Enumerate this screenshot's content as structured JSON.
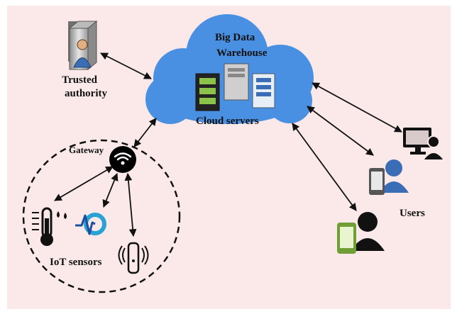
{
  "diagram": {
    "labels": {
      "cloud_title": "Big Data\nWarehouse",
      "cloud_servers": "Cloud servers",
      "trusted_authority": "Trusted\nauthority",
      "gateway": "Gateway",
      "iot_sensors": "IoT sensors",
      "users": "Users"
    },
    "colors": {
      "background": "#fbe9ea",
      "cloud": "#4a90e2",
      "arrow": "#111111",
      "device_green": "#8bc34a",
      "user_blue": "#3a6db5"
    },
    "icons": {
      "trusted_authority": "server-with-user-icon",
      "gateway": "wifi-icon",
      "sensors": [
        "thermometer-icon",
        "pulse-sensor-icon",
        "rfid-sensor-icon"
      ],
      "users": [
        "desktop-user-icon",
        "mobile-user-blue-icon",
        "mobile-user-black-icon"
      ]
    }
  }
}
